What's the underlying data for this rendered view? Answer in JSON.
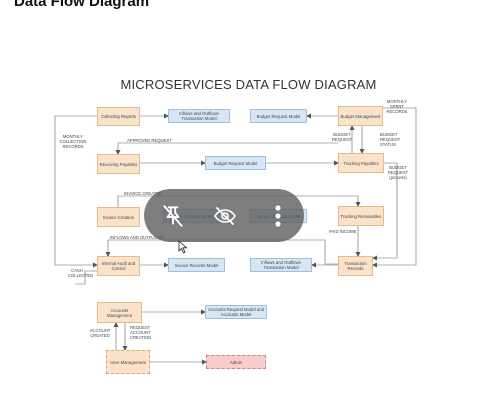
{
  "page": {
    "heading": "Data Flow Diagram"
  },
  "diagram": {
    "title": "MICROSERVICES DATA FLOW DIAGRAM",
    "nodes": {
      "collecting_reports": "Collecting Reports",
      "inflows_outflows_1": "Inflows and Outflows Transaction Model",
      "budget_request_model_1": "Budget Request Model",
      "budget_management": "Budget Management",
      "receiving_payables": "Receiving Payables",
      "budget_request_model_2": "Budget Request Model",
      "tracking_payables": "Tracking Payables",
      "invoice_creation": "Invoice Creation",
      "invoice_request_model": "Invoice Request Model",
      "invoice_records_model_1": "Invoice Records Model",
      "tracking_receivables": "Tracking Receivables",
      "internal_audit": "Internal Audit and Control",
      "invoice_records_model_2": "Invoice Records Model",
      "inflows_outflows_2": "Inflows and Outflows Transaction Model",
      "transaction_records": "Transaction Records",
      "accounts_management": "Accounts Management",
      "accounts_request_model": "Accounts Request Model and Accounts Model",
      "user_management": "User Management",
      "admin": "Admin"
    },
    "edge_labels": {
      "monthly_collection_records": "MONTHLY COLLECTION RECORDS",
      "monthly_spent_records": "MONTHLY SPENT RECORDS",
      "approved_request": "APPROVED REQUEST",
      "budget_request": "BUDGET REQUEST",
      "budget_request_status": "BUDGET REQUEST STATUS",
      "budget_request_process": "BUDGET REQUEST (process)",
      "invoice_created": "INVOICE CREATED",
      "paid_income": "PAID INCOME",
      "inflows_outflows": "INFLOWS AND OUTFLOWS",
      "cash_collected": "CASH COLLECTED",
      "account_created": "ACCOUNT CREATED",
      "request_account_creation": "REQUEST ACCOUNT CREATION"
    }
  },
  "player_controls": {
    "icons": [
      "pin-off-icon",
      "eye-off-icon",
      "more-vertical-icon"
    ]
  },
  "colors": {
    "service_fill": "#fbe3cb",
    "model_fill": "#d6e6f5",
    "admin_fill": "#f6cccc",
    "overlay": "#5a5a5a"
  }
}
